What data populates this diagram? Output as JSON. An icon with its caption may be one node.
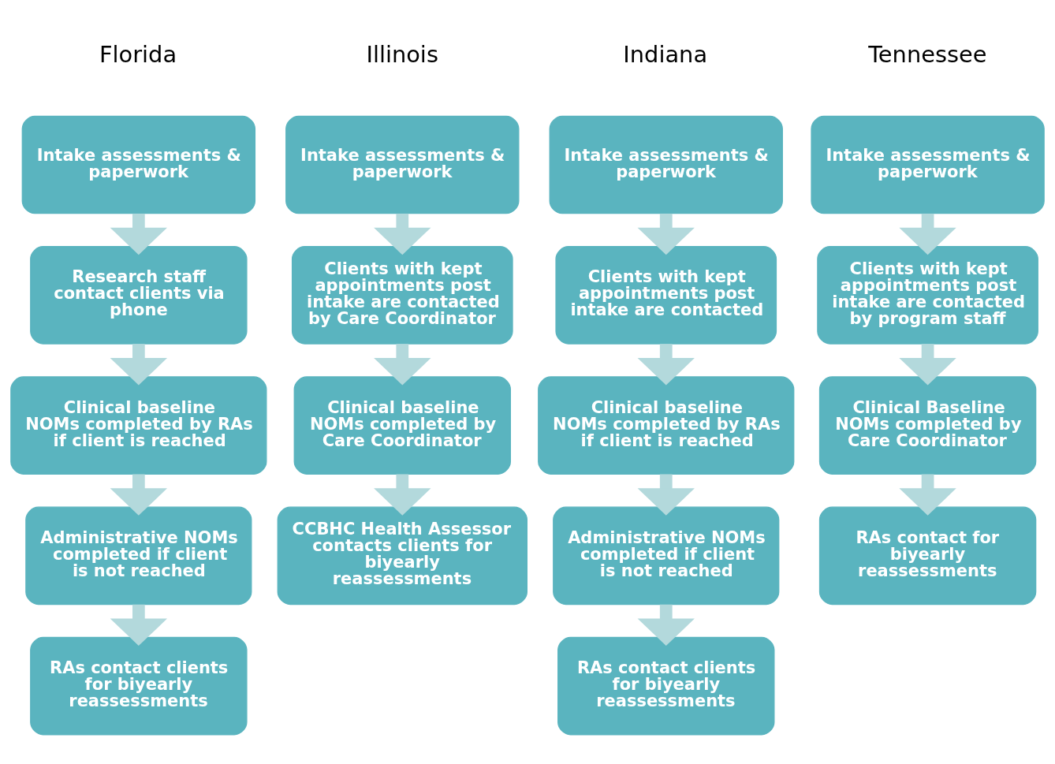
{
  "diagram": {
    "nodes": [
      {
        "text": [
          "Intake assessments & paperwork"
        ]
      },
      {
        "text": [
          "Research staff contact clients via phone"
        ]
      },
      {
        "text": [
          "Clinical baseline NOMs completed by RAs if client is reached"
        ]
      },
      {
        "text": [
          "Administrative NOMs completed if client is not reached"
        ]
      },
      {
        "text": [
          "RAs contact clients for biyearly reassessments"
        ]
      },
      {
        "text": [
          "Intake assessments & paperwork"
        ]
      },
      {
        "text": [
          "Clients with kept appointments post intake are contacted by Care Coordinator"
        ]
      },
      {
        "text": [
          "Clinical baseline NOMs completed by Care Coordinator"
        ]
      },
      {
        "text": [
          "CCBHC Health Assessor contacts clients for biyearly reassessments"
        ]
      },
      {
        "text": [
          "Intake assessments & paperwork"
        ]
      },
      {
        "text": [
          "Clients with kept appointments post intake are contacted"
        ]
      },
      {
        "text": [
          "Clinical baseline NOMs completed by RAs if client is reached"
        ]
      },
      {
        "text": [
          "Administrative NOMs completed if client is not reached"
        ]
      },
      {
        "text": [
          "RAs contact clients for biyearly reassessments"
        ]
      },
      {
        "text": [
          "Intake assessments & paperwork"
        ]
      },
      {
        "text": [
          "Clients with kept appointments post intake are contacted by program staff"
        ]
      },
      {
        "text": [
          "Clinical Baseline NOMs completed by Care Coordinator"
        ]
      },
      {
        "text": [
          "RAs contact for biyearly reassessments"
        ]
      }
    ],
    "edges": [
      {
        "from": 0,
        "to": 1,
        "arrow": "to"
      },
      {
        "from": 1,
        "to": 2,
        "arrow": "to"
      },
      {
        "from": 2,
        "to": 3,
        "arrow": "to"
      },
      {
        "from": 3,
        "to": 4,
        "arrow": "to"
      },
      {
        "from": 5,
        "to": 6,
        "arrow": "to"
      },
      {
        "from": 6,
        "to": 7,
        "arrow": "to"
      },
      {
        "from": 7,
        "to": 8,
        "arrow": "to"
      },
      {
        "from": 9,
        "to": 10,
        "arrow": "to"
      },
      {
        "from": 10,
        "to": 11,
        "arrow": "to"
      },
      {
        "from": 11,
        "to": 12,
        "arrow": "to"
      },
      {
        "from": 12,
        "to": 13,
        "arrow": "to"
      },
      {
        "from": 14,
        "to": 15,
        "arrow": "to"
      },
      {
        "from": 15,
        "to": 16,
        "arrow": "to"
      },
      {
        "from": 16,
        "to": 17,
        "arrow": "to"
      }
    ],
    "labels": [
      "Florida",
      "Illinois",
      "Indiana",
      "Tennessee"
    ]
  }
}
